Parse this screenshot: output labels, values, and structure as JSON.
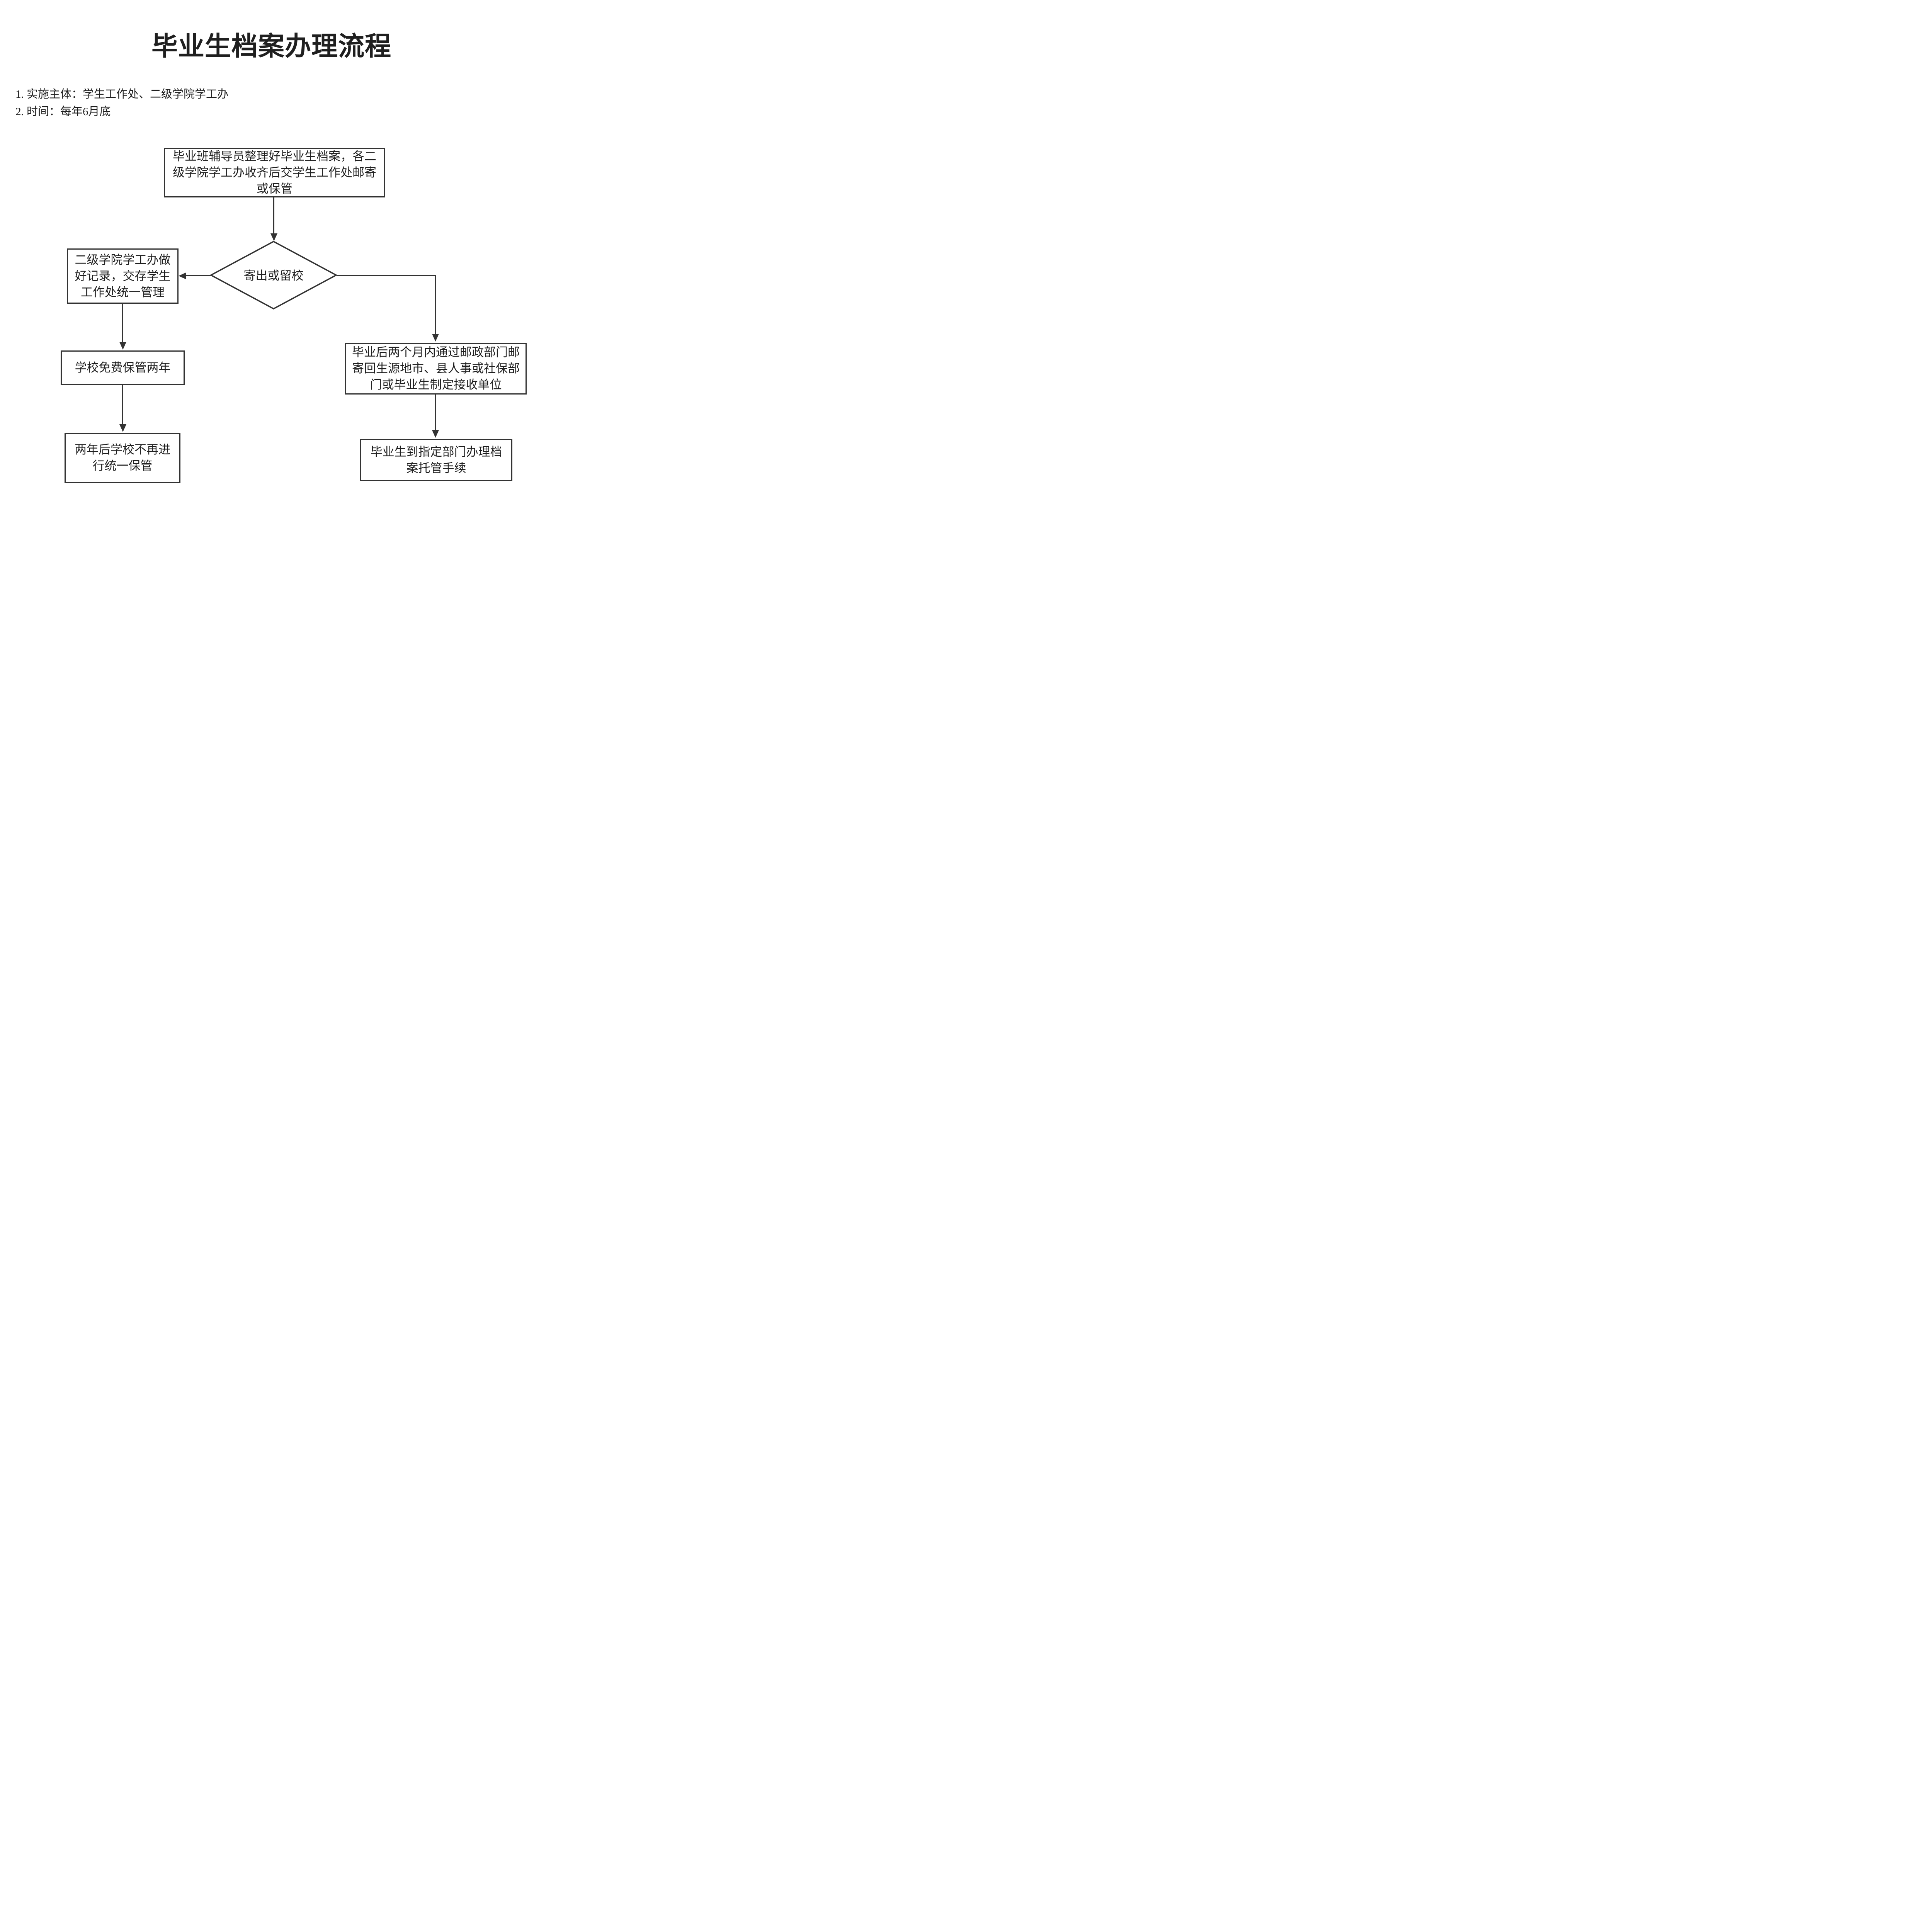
{
  "page": {
    "title": "毕业生档案办理流程",
    "notes": [
      "1. 实施主体：学生工作处、二级学院学工办",
      "2. 时间：每年6月底"
    ]
  },
  "flow": {
    "start": "毕业班辅导员整理好毕业生档案，各二\n级学院学工办收齐后交学生工作处邮寄\n或保管",
    "decision": "寄出或留校",
    "keep_record": "二级学院学工办做\n好记录，交存学生\n工作处统一管理",
    "free_storage": "学校免费保管两年",
    "no_storage": "两年后学校不再进\n行统一保管",
    "mail_out": "毕业后两个月内通过邮政部门邮\n寄回生源地市、县人事或社保部\n门或毕业生制定接收单位",
    "custody": "毕业生到指定部门办理档\n案托管手续"
  },
  "colors": {
    "line": "#333333",
    "text": "#1f1f1f",
    "background": "#ffffff"
  }
}
